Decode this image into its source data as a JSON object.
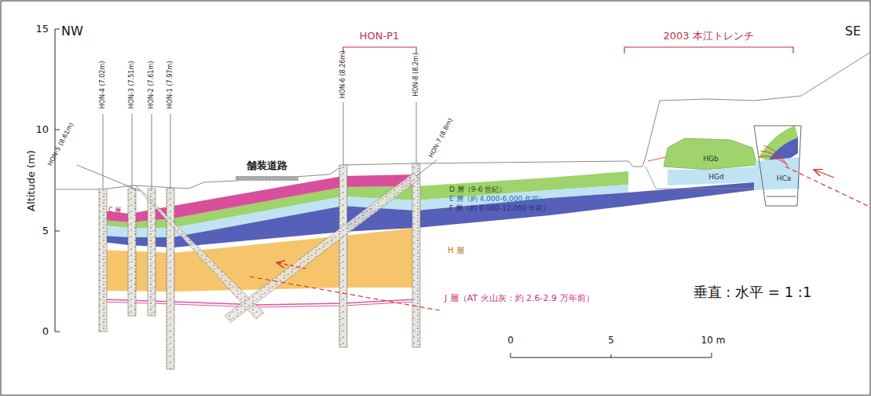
{
  "diagram": {
    "labels": [
      "NW",
      "SE",
      "HON-P1",
      "2003 本江トレンチ",
      "Altitude (m)",
      "15",
      "10",
      "5",
      "0",
      "HON-4 (7.02m)",
      "HON-3 (7.51m)",
      "HON-2 (7.61m)",
      "HON-1 (7.97m)",
      "HON-5 (8.61m)",
      "HON-6 (8.26m)",
      "HON-8 (8.2m)",
      "HON-7 (8.8m)",
      "舗装道路",
      "C 層",
      "D 層（9-6 世紀）",
      "E 層（約 4,000-6,000 年前）",
      "F 層（約 9,000-12,000 年前）",
      "H 層",
      "J 層（AT 火山灰：約 2.6-2.9 万年前）",
      "HGb",
      "HGd",
      "HCa",
      "垂直 : 水平 = 1 :1",
      "0",
      "5",
      "10 m"
    ]
  }
}
